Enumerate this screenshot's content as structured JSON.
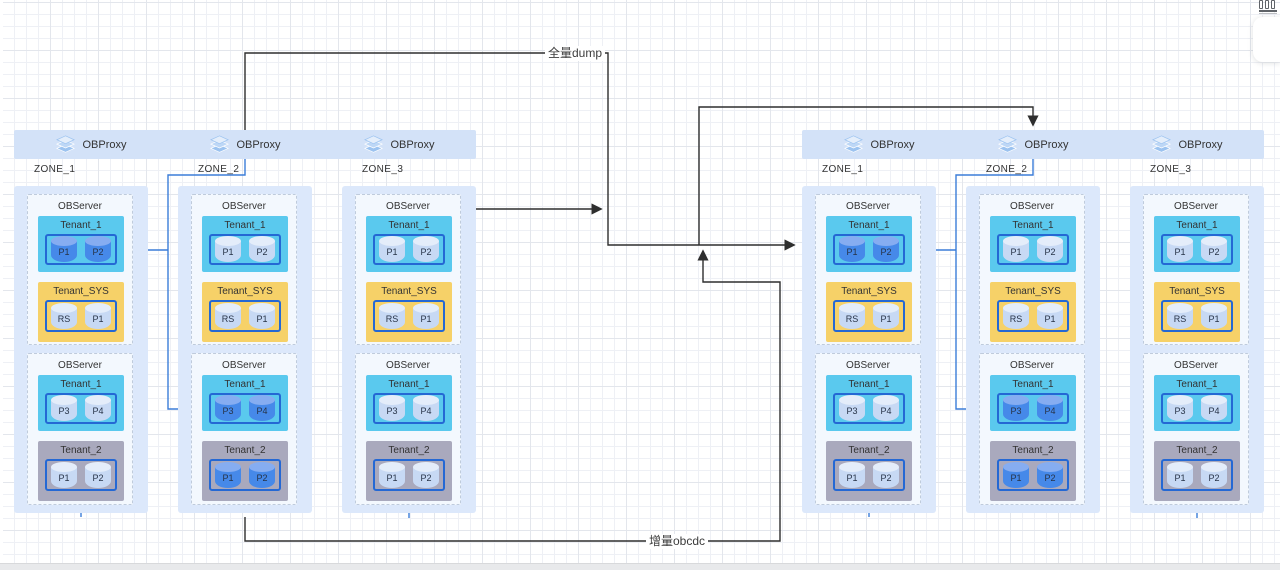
{
  "diagram": {
    "flow_labels": {
      "full_dump": "全量dump",
      "incremental": "增量obcdc"
    }
  },
  "icons": {
    "obproxy": "layers-stack-icon",
    "corner": "columns-icon"
  },
  "colors": {
    "grid": "#eef0f5",
    "grid_major": "#e3e6ec",
    "proxy_bar_bg": "#d3e2f8",
    "zone_bg": "#dce8fb",
    "server_bg": "#f3f8fe",
    "server_border": "#bfcbdc",
    "tenant_user": "#5ac9ee",
    "tenant_sys": "#f6d168",
    "tenant_other": "#a9a9bd",
    "pbox_border": "#2468d4",
    "leader_body": "#4689e9",
    "leader_top": "#86adf1",
    "follower_body": "#c7d9f4",
    "follower_top": "#e4edfa",
    "line_dark": "#2e2e2e",
    "line_blue": "#3b7dd8",
    "text": "#333333"
  },
  "clusters": [
    {
      "obproxies": [
        "OBProxy",
        "OBProxy",
        "OBProxy"
      ],
      "zones": [
        {
          "label": "ZONE_1",
          "servers": [
            {
              "label": "OBServer",
              "tenants": [
                {
                  "name": "Tenant_1",
                  "style": "user",
                  "partitions": [
                    {
                      "label": "P1",
                      "leader": true
                    },
                    {
                      "label": "P2",
                      "leader": true
                    }
                  ]
                },
                {
                  "name": "Tenant_SYS",
                  "style": "sys",
                  "partitions": [
                    {
                      "label": "RS",
                      "leader": false
                    },
                    {
                      "label": "P1",
                      "leader": false
                    }
                  ]
                }
              ]
            },
            {
              "label": "OBServer",
              "tenants": [
                {
                  "name": "Tenant_1",
                  "style": "user",
                  "partitions": [
                    {
                      "label": "P3",
                      "leader": false
                    },
                    {
                      "label": "P4",
                      "leader": false
                    }
                  ]
                },
                {
                  "name": "Tenant_2",
                  "style": "other",
                  "partitions": [
                    {
                      "label": "P1",
                      "leader": false
                    },
                    {
                      "label": "P2",
                      "leader": false
                    }
                  ]
                }
              ]
            }
          ]
        },
        {
          "label": "ZONE_2",
          "servers": [
            {
              "label": "OBServer",
              "tenants": [
                {
                  "name": "Tenant_1",
                  "style": "user",
                  "partitions": [
                    {
                      "label": "P1",
                      "leader": false
                    },
                    {
                      "label": "P2",
                      "leader": false
                    }
                  ]
                },
                {
                  "name": "Tenant_SYS",
                  "style": "sys",
                  "partitions": [
                    {
                      "label": "RS",
                      "leader": false
                    },
                    {
                      "label": "P1",
                      "leader": false
                    }
                  ]
                }
              ]
            },
            {
              "label": "OBServer",
              "tenants": [
                {
                  "name": "Tenant_1",
                  "style": "user",
                  "partitions": [
                    {
                      "label": "P3",
                      "leader": true
                    },
                    {
                      "label": "P4",
                      "leader": true
                    }
                  ]
                },
                {
                  "name": "Tenant_2",
                  "style": "other",
                  "partitions": [
                    {
                      "label": "P1",
                      "leader": true
                    },
                    {
                      "label": "P2",
                      "leader": true
                    }
                  ]
                }
              ]
            }
          ]
        },
        {
          "label": "ZONE_3",
          "servers": [
            {
              "label": "OBServer",
              "tenants": [
                {
                  "name": "Tenant_1",
                  "style": "user",
                  "partitions": [
                    {
                      "label": "P1",
                      "leader": false
                    },
                    {
                      "label": "P2",
                      "leader": false
                    }
                  ]
                },
                {
                  "name": "Tenant_SYS",
                  "style": "sys",
                  "partitions": [
                    {
                      "label": "RS",
                      "leader": false
                    },
                    {
                      "label": "P1",
                      "leader": false
                    }
                  ]
                }
              ]
            },
            {
              "label": "OBServer",
              "tenants": [
                {
                  "name": "Tenant_1",
                  "style": "user",
                  "partitions": [
                    {
                      "label": "P3",
                      "leader": false
                    },
                    {
                      "label": "P4",
                      "leader": false
                    }
                  ]
                },
                {
                  "name": "Tenant_2",
                  "style": "other",
                  "partitions": [
                    {
                      "label": "P1",
                      "leader": false
                    },
                    {
                      "label": "P2",
                      "leader": false
                    }
                  ]
                }
              ]
            }
          ]
        }
      ]
    },
    {
      "obproxies": [
        "OBProxy",
        "OBProxy",
        "OBProxy"
      ],
      "zones": [
        {
          "label": "ZONE_1",
          "servers": [
            {
              "label": "OBServer",
              "tenants": [
                {
                  "name": "Tenant_1",
                  "style": "user",
                  "partitions": [
                    {
                      "label": "P1",
                      "leader": true
                    },
                    {
                      "label": "P2",
                      "leader": true
                    }
                  ]
                },
                {
                  "name": "Tenant_SYS",
                  "style": "sys",
                  "partitions": [
                    {
                      "label": "RS",
                      "leader": false
                    },
                    {
                      "label": "P1",
                      "leader": false
                    }
                  ]
                }
              ]
            },
            {
              "label": "OBServer",
              "tenants": [
                {
                  "name": "Tenant_1",
                  "style": "user",
                  "partitions": [
                    {
                      "label": "P3",
                      "leader": false
                    },
                    {
                      "label": "P4",
                      "leader": false
                    }
                  ]
                },
                {
                  "name": "Tenant_2",
                  "style": "other",
                  "partitions": [
                    {
                      "label": "P1",
                      "leader": false
                    },
                    {
                      "label": "P2",
                      "leader": false
                    }
                  ]
                }
              ]
            }
          ]
        },
        {
          "label": "ZONE_2",
          "servers": [
            {
              "label": "OBServer",
              "tenants": [
                {
                  "name": "Tenant_1",
                  "style": "user",
                  "partitions": [
                    {
                      "label": "P1",
                      "leader": false
                    },
                    {
                      "label": "P2",
                      "leader": false
                    }
                  ]
                },
                {
                  "name": "Tenant_SYS",
                  "style": "sys",
                  "partitions": [
                    {
                      "label": "RS",
                      "leader": false
                    },
                    {
                      "label": "P1",
                      "leader": false
                    }
                  ]
                }
              ]
            },
            {
              "label": "OBServer",
              "tenants": [
                {
                  "name": "Tenant_1",
                  "style": "user",
                  "partitions": [
                    {
                      "label": "P3",
                      "leader": true
                    },
                    {
                      "label": "P4",
                      "leader": true
                    }
                  ]
                },
                {
                  "name": "Tenant_2",
                  "style": "other",
                  "partitions": [
                    {
                      "label": "P1",
                      "leader": true
                    },
                    {
                      "label": "P2",
                      "leader": true
                    }
                  ]
                }
              ]
            }
          ]
        },
        {
          "label": "ZONE_3",
          "servers": [
            {
              "label": "OBServer",
              "tenants": [
                {
                  "name": "Tenant_1",
                  "style": "user",
                  "partitions": [
                    {
                      "label": "P1",
                      "leader": false
                    },
                    {
                      "label": "P2",
                      "leader": false
                    }
                  ]
                },
                {
                  "name": "Tenant_SYS",
                  "style": "sys",
                  "partitions": [
                    {
                      "label": "RS",
                      "leader": false
                    },
                    {
                      "label": "P1",
                      "leader": false
                    }
                  ]
                }
              ]
            },
            {
              "label": "OBServer",
              "tenants": [
                {
                  "name": "Tenant_1",
                  "style": "user",
                  "partitions": [
                    {
                      "label": "P3",
                      "leader": false
                    },
                    {
                      "label": "P4",
                      "leader": false
                    }
                  ]
                },
                {
                  "name": "Tenant_2",
                  "style": "other",
                  "partitions": [
                    {
                      "label": "P1",
                      "leader": false
                    },
                    {
                      "label": "P2",
                      "leader": false
                    }
                  ]
                }
              ]
            }
          ]
        }
      ]
    }
  ]
}
